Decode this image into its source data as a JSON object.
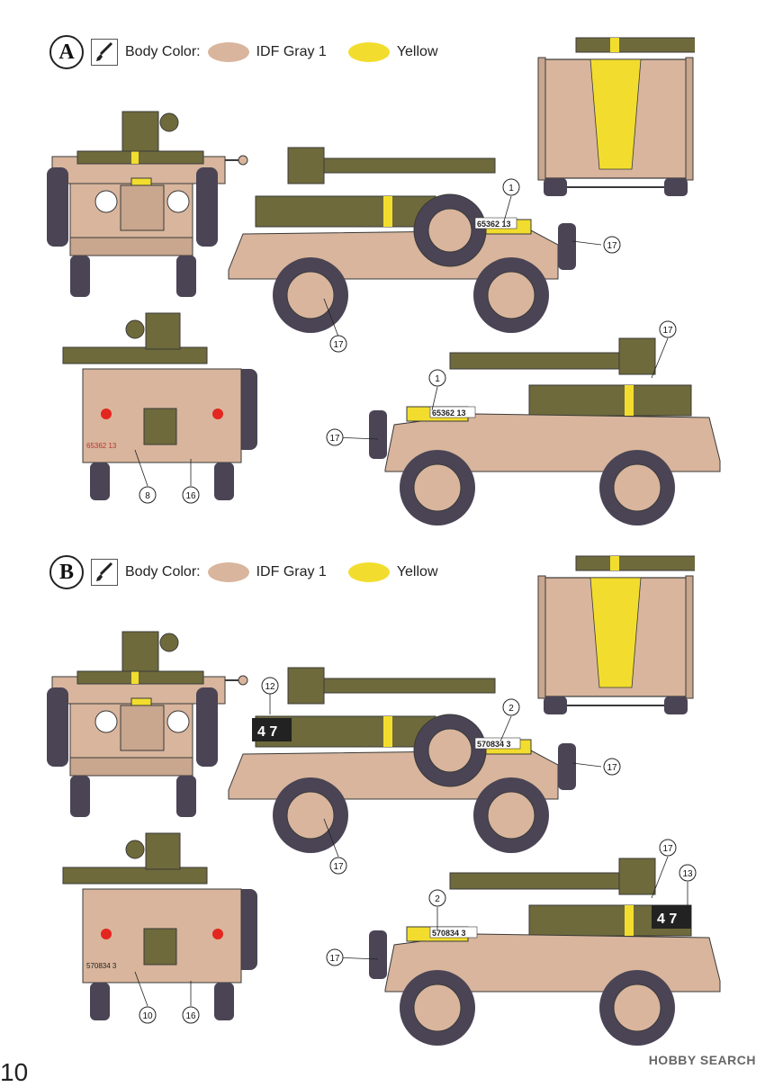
{
  "colors": {
    "idf_gray": "#d8b59c",
    "yellow": "#f2dd2e",
    "olive": "#6e6a3b",
    "tire": "#4a4455",
    "outline": "#3a3a3a"
  },
  "schemes": [
    {
      "letter": "A",
      "body_color_label": "Body Color:",
      "color1_name": "IDF  Gray  1",
      "color2_name": "Yellow",
      "plate_side": "65362 13",
      "plate_rear": "65362 13",
      "callouts": {
        "c1": "1",
        "c17a": "17",
        "c17b": "17",
        "c17c": "17",
        "c1b": "1",
        "c17d": "17",
        "c8": "8",
        "c16": "16"
      }
    },
    {
      "letter": "B",
      "body_color_label": "Body Color:",
      "color1_name": "IDF  Gray  1",
      "color2_name": "Yellow",
      "plate_side": "570834 3",
      "plate_rear": "570834 3",
      "hood_number": "4 7",
      "callouts": {
        "c12": "12",
        "c2": "2",
        "c17a": "17",
        "c17b": "17",
        "c17c": "17",
        "c2b": "2",
        "c13": "13",
        "c17d": "17",
        "c10": "10",
        "c16": "16"
      }
    }
  ],
  "icons": {
    "brush": "paintbrush-icon"
  },
  "page_number": "10",
  "watermark": "HOBBY SEARCH"
}
